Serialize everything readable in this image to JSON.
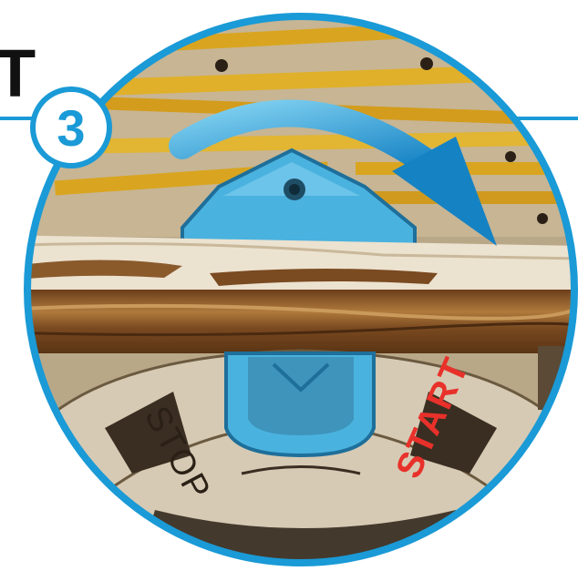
{
  "heading": {
    "fragment": "T"
  },
  "step": {
    "number": "3"
  },
  "dial": {
    "stop_label": "STOP",
    "start_label": "START"
  },
  "colors": {
    "accent_blue": "#1a9ad6",
    "part_blue": "#4ab2de",
    "wood_light": "#e8dcc8",
    "wood_dark": "#8a5a2b",
    "rail_yellow": "#d9a520",
    "start_red": "#e8312a",
    "stop_dark": "#2a2015"
  },
  "icons": {
    "rotate_arrow": "curved-arrow-clockwise-icon",
    "lever": "blue-lever-icon"
  }
}
